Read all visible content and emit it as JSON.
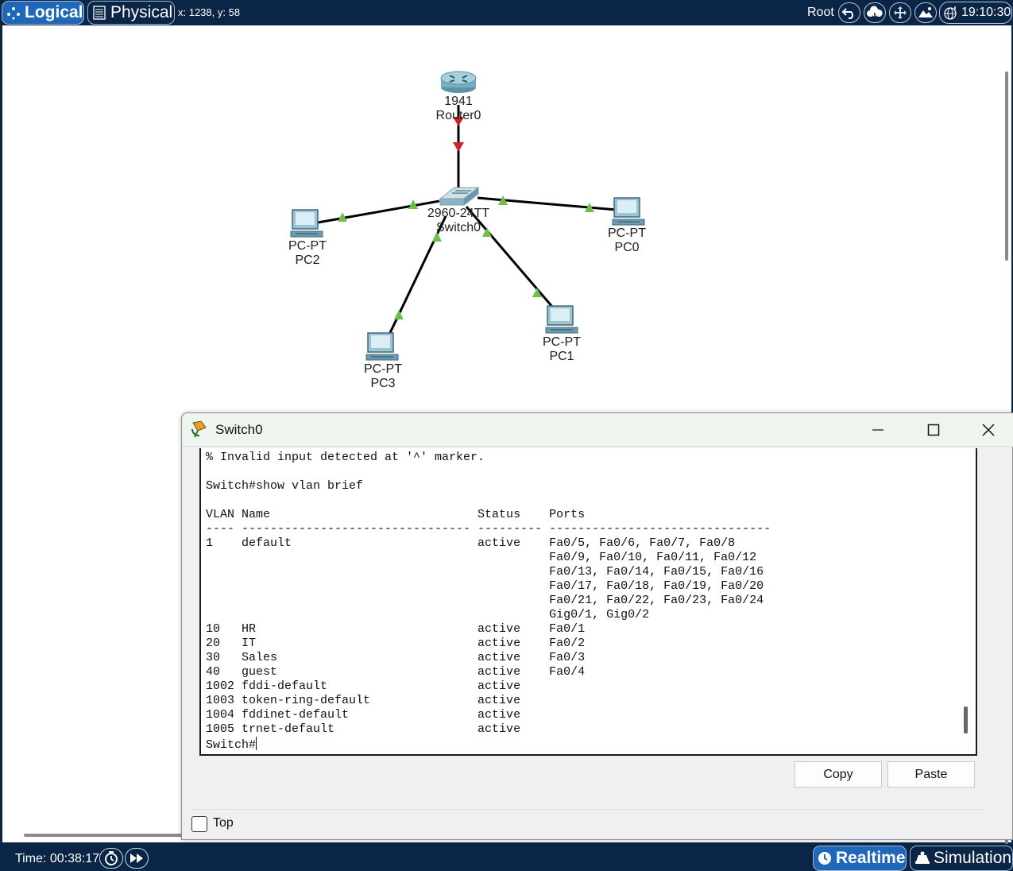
{
  "topbar": {
    "logical_label": "Logical",
    "physical_label": "Physical",
    "coords": "x: 1238, y: 58",
    "root_label": "Root",
    "time": "19:10:30"
  },
  "devices": {
    "router": {
      "model": "1941",
      "name": "Router0"
    },
    "switch": {
      "model": "2960-24TT",
      "name": "Switch0"
    },
    "pc0": {
      "model": "PC-PT",
      "name": "PC0"
    },
    "pc1": {
      "model": "PC-PT",
      "name": "PC1"
    },
    "pc2": {
      "model": "PC-PT",
      "name": "PC2"
    },
    "pc3": {
      "model": "PC-PT",
      "name": "PC3"
    }
  },
  "colors": {
    "link": "#000000",
    "port_up": "#6cc04a",
    "port_down": "#d0202a",
    "accent": "#1f67b8",
    "bar": "#0b2547"
  },
  "window": {
    "title": "Switch0",
    "copy_label": "Copy",
    "paste_label": "Paste",
    "top_label": "Top",
    "top_checked": false,
    "cli_lines": [
      "% Invalid input detected at '^' marker.",
      "",
      "Switch#show vlan brief",
      "",
      "VLAN Name                             Status    Ports",
      "---- -------------------------------- --------- -------------------------------",
      "1    default                          active    Fa0/5, Fa0/6, Fa0/7, Fa0/8",
      "                                                Fa0/9, Fa0/10, Fa0/11, Fa0/12",
      "                                                Fa0/13, Fa0/14, Fa0/15, Fa0/16",
      "                                                Fa0/17, Fa0/18, Fa0/19, Fa0/20",
      "                                                Fa0/21, Fa0/22, Fa0/23, Fa0/24",
      "                                                Gig0/1, Gig0/2",
      "10   HR                               active    Fa0/1",
      "20   IT                               active    Fa0/2",
      "30   Sales                            active    Fa0/3",
      "40   guest                            active    Fa0/4",
      "1002 fddi-default                     active    ",
      "1003 token-ring-default               active    ",
      "1004 fddinet-default                  active    ",
      "1005 trnet-default                    active    "
    ],
    "prompt": "Switch#"
  },
  "bottombar": {
    "time_label": "Time: 00:38:17",
    "realtime_label": "Realtime",
    "simulation_label": "Simulation"
  }
}
